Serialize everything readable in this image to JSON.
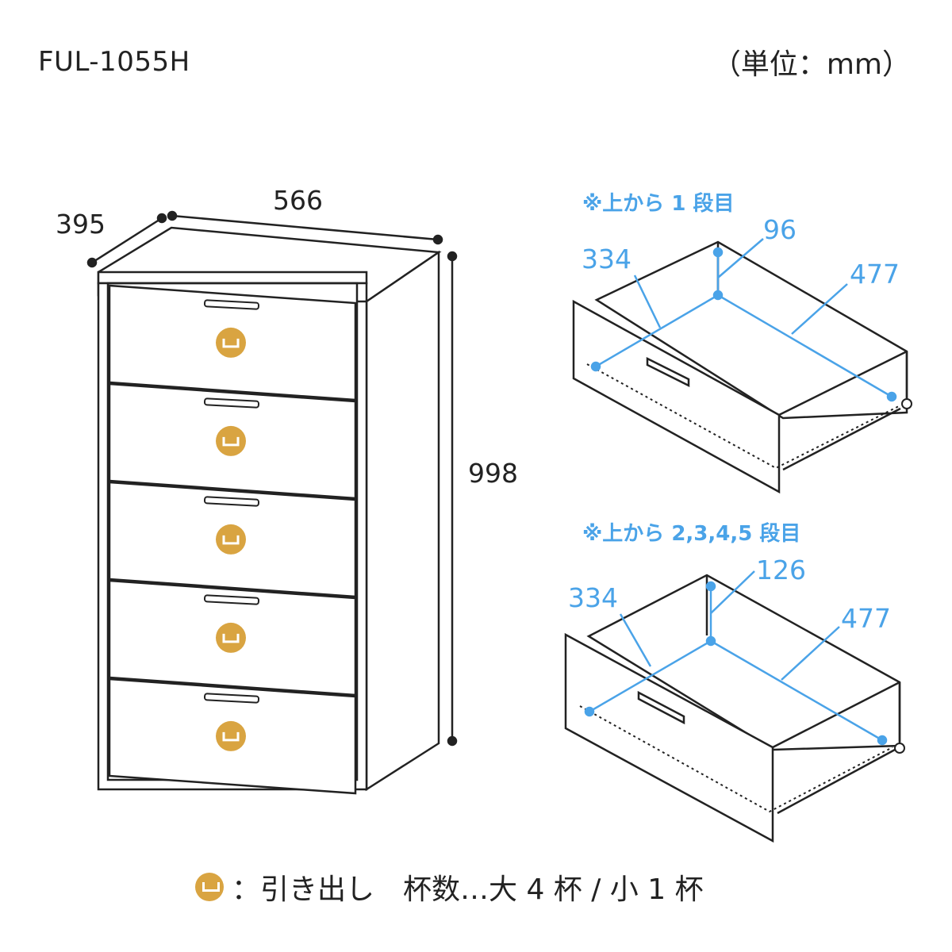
{
  "header": {
    "model": "FUL-1055H",
    "unit": "（単位：mm）"
  },
  "cabinet": {
    "depth": "395",
    "width": "566",
    "height": "998",
    "drawer_count": 5
  },
  "drawer_top": {
    "note": "※上から 1 段目",
    "depth": "334",
    "height": "96",
    "width": "477"
  },
  "drawer_other": {
    "note": "※上から 2,3,4,5 段目",
    "depth": "334",
    "height": "126",
    "width": "477"
  },
  "legend": {
    "icon": "drawer-icon",
    "text": "：引き出し　杯数…大 4 杯 / 小 1 杯"
  },
  "colors": {
    "accent": "#4aa3e8",
    "badge": "#d9a441",
    "line": "#222222"
  }
}
